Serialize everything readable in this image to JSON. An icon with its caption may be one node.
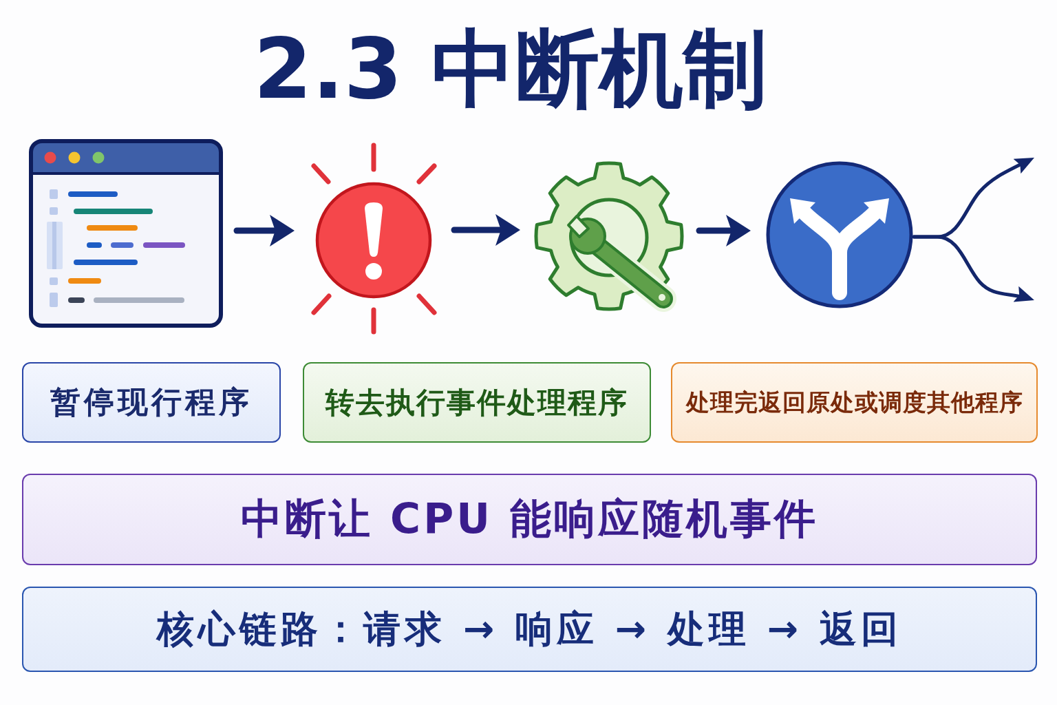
{
  "diagram": {
    "title": "2.3 中断机制",
    "nodes": [
      {
        "text": [],
        "shape": "picture"
      },
      {
        "text": [],
        "shape": "circle"
      },
      {
        "text": [],
        "shape": "picture"
      },
      {
        "text": [],
        "shape": "circle"
      },
      {
        "text": [
          "暂停现行程序"
        ]
      },
      {
        "text": [
          "转去执行事件处理程序"
        ]
      },
      {
        "text": [
          "处理完返回原处或调度其他程序"
        ]
      },
      {
        "text": [
          "中断让 CPU 能响应随机事件"
        ]
      },
      {
        "text": [
          "核心链路：请求 → 响应 → 处理 → 返回"
        ]
      }
    ],
    "edges": [
      {
        "from": 0,
        "to": 1,
        "arrow": "to"
      },
      {
        "from": 1,
        "to": 2,
        "arrow": "to"
      },
      {
        "from": 2,
        "to": 3,
        "arrow": "to"
      },
      {
        "from": 3,
        "to": null,
        "arrow": "to"
      },
      {
        "from": 3,
        "to": null,
        "arrow": "to"
      }
    ]
  }
}
